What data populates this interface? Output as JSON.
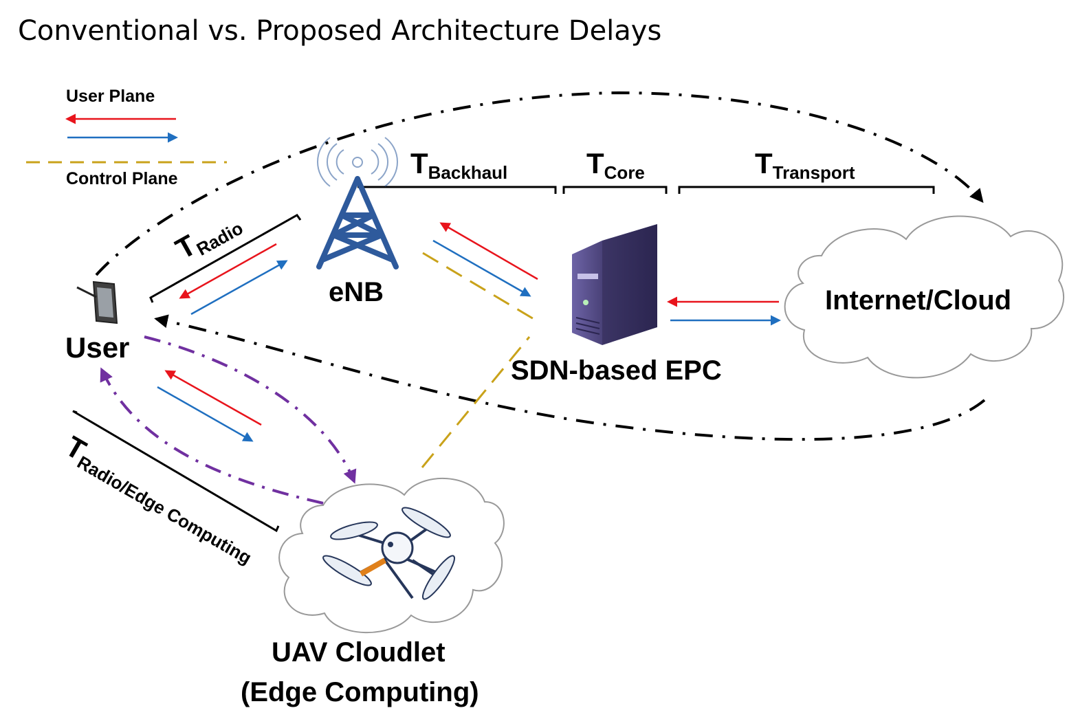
{
  "title": "Conventional vs. Proposed Architecture Delays",
  "legend": {
    "user_plane": "User Plane",
    "control_plane": "Control Plane"
  },
  "nodes": {
    "user": "User",
    "enb": "eNB",
    "epc": "SDN-based EPC",
    "cloud": "Internet/Cloud",
    "uav_line1": "UAV Cloudlet",
    "uav_line2": "(Edge Computing)"
  },
  "delays": {
    "radio": {
      "main": "T",
      "sub": "Radio"
    },
    "backhaul": {
      "main": "T",
      "sub": "Backhaul"
    },
    "core": {
      "main": "T",
      "sub": "Core"
    },
    "transport": {
      "main": "T",
      "sub": "Transport"
    },
    "radio_edge": {
      "main": "T",
      "sub": "Radio/Edge Computing"
    }
  },
  "colors": {
    "uplink": "#1f6fc0",
    "downlink": "#e8141c",
    "control": "#c9a21a",
    "conventional_path": "#000000",
    "edge_path": "#7030a0",
    "server": "#5a4f8a",
    "enb": "#2e5a9c"
  }
}
